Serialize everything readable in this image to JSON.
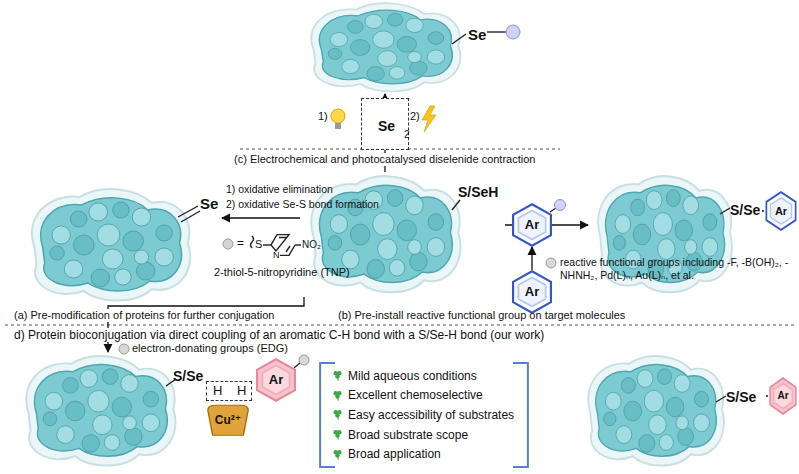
{
  "diagram": {
    "nodes": [
      {
        "text": [
          "Se"
        ]
      },
      {
        "text": [
          "Se",
          "2"
        ]
      },
      {
        "text": [
          "Se"
        ]
      },
      {
        "text": [
          "S/SeH"
        ]
      },
      {
        "text": [
          "Ar"
        ]
      },
      {
        "text": [
          "Ar"
        ]
      },
      {
        "text": [
          "S/Se"
        ]
      },
      {
        "text": [
          "Ar"
        ]
      },
      {
        "text": [
          "S/Se"
        ]
      },
      {
        "text": [
          "H",
          "H"
        ]
      },
      {
        "text": [
          "Ar"
        ]
      },
      {
        "text": [
          "Cu²⁺"
        ]
      },
      {
        "text": [
          "Mild aqueous conditions",
          "Excellent chemoselective",
          "Easy accessibility of substrates",
          "Broad substrate scope",
          "Broad application"
        ]
      },
      {
        "text": [
          "S/Se"
        ]
      },
      {
        "text": [
          "Ar"
        ]
      }
    ],
    "edges": [
      {
        "from": 3,
        "to": 0,
        "arrow": "to"
      },
      {
        "from": 3,
        "to": 2,
        "arrow": "to"
      },
      {
        "from": 5,
        "to": 4,
        "arrow": "to"
      },
      {
        "from": 3,
        "to": 6,
        "arrow": "to"
      },
      {
        "from": 6,
        "to": 7,
        "arrow": "none"
      },
      {
        "from": 3,
        "to": 8,
        "arrow": "to"
      },
      {
        "from": 13,
        "to": 14,
        "arrow": "none"
      }
    ],
    "labels": [
      "1)",
      "2)",
      "(c) Electrochemical and photocatalysed diselenide contraction",
      "1) oxidative elimination",
      "2) oxidative Se-S bond formation",
      "=",
      "S",
      "N",
      "NO₂",
      "2-thiol-5-nitropyridine (TNP)",
      "reactive functional groups including -F, -B(OH)₂, -NHNH₂, Pd(L)ₙ, Au(L)ₙ, et al.",
      "(a) Pre-modification of proteins for further conjugation",
      "(b) Pre-install reactive functional group on target molecules",
      "d) Protein bioconjugation via direct coupling of an aromatic C-H bond with a S/Se-H bond (our work)",
      "electron-donating groups (EDG)"
    ]
  }
}
